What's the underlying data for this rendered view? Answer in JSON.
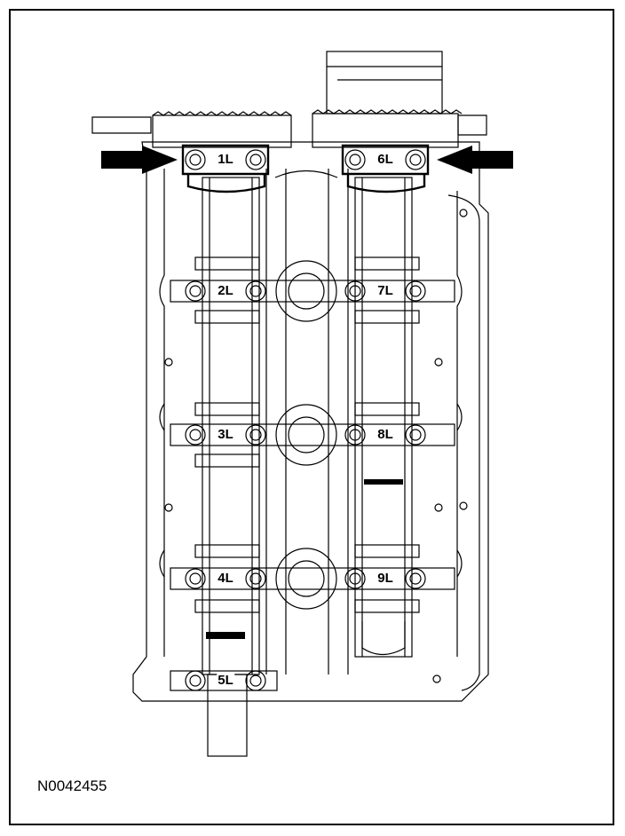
{
  "figure_id": "N0042455",
  "bearing_caps": [
    {
      "id": "1L",
      "label": "1L",
      "highlighted": true
    },
    {
      "id": "2L",
      "label": "2L",
      "highlighted": false
    },
    {
      "id": "3L",
      "label": "3L",
      "highlighted": false
    },
    {
      "id": "4L",
      "label": "4L",
      "highlighted": false
    },
    {
      "id": "5L",
      "label": "5L",
      "highlighted": false
    },
    {
      "id": "6L",
      "label": "6L",
      "highlighted": true
    },
    {
      "id": "7L",
      "label": "7L",
      "highlighted": false
    },
    {
      "id": "8L",
      "label": "8L",
      "highlighted": false
    },
    {
      "id": "9L",
      "label": "9L",
      "highlighted": false
    }
  ],
  "colors": {
    "line": "#000000",
    "background": "#ffffff"
  }
}
